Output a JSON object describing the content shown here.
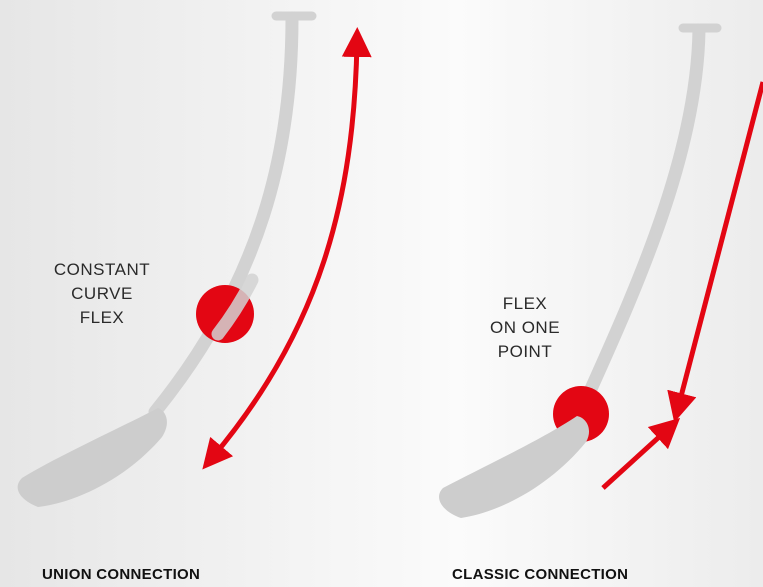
{
  "union": {
    "label_lines": [
      "CONSTANT",
      "CURVE",
      "FLEX"
    ],
    "caption": "UNION CONNECTION"
  },
  "classic": {
    "label_lines": [
      "FLEX",
      "ON ONE",
      "POINT"
    ],
    "caption": "CLASSIC CONNECTION"
  },
  "colors": {
    "accent": "#e30613",
    "paddle": "#cfcfcf",
    "text": "#2a2a2a"
  }
}
